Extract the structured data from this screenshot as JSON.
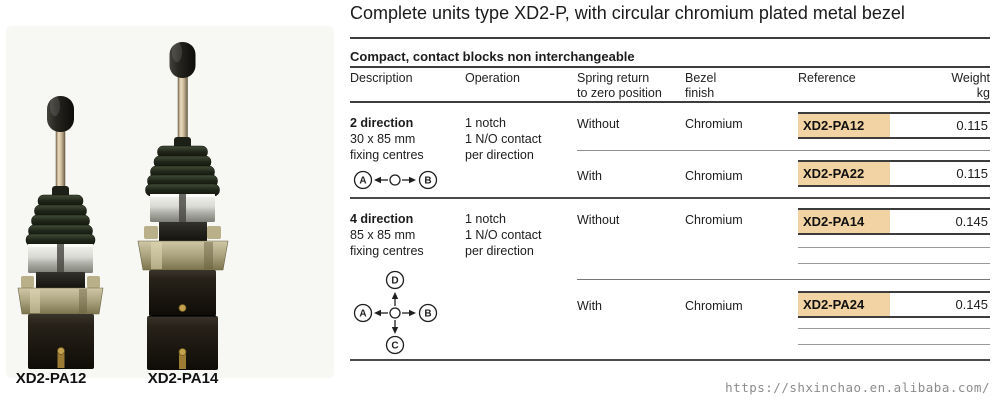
{
  "title": "Complete units type XD2-P, with circular chromium plated metal bezel",
  "photos": {
    "items": [
      {
        "label": "XD2-PA12"
      },
      {
        "label": "XD2-PA14"
      }
    ]
  },
  "table": {
    "subtitle": "Compact, contact blocks non interchangeable",
    "headers": {
      "description": "Description",
      "operation": "Operation",
      "spring_line1": "Spring return",
      "spring_line2": "to zero position",
      "bezel_line1": "Bezel",
      "bezel_line2": "finish",
      "reference": "Reference",
      "weight_line1": "Weight",
      "weight_line2": "kg"
    },
    "sections": [
      {
        "description_title": "2 direction",
        "description_line2": "30 x 85 mm",
        "description_line3": "fixing centres",
        "operation_line1": "1 notch",
        "operation_line2": "1 N/O contact",
        "operation_line3": "per direction",
        "diagram": {
          "left": "A",
          "right": "B"
        },
        "rows": [
          {
            "spring": "Without",
            "bezel": "Chromium",
            "reference": "XD2-PA12",
            "weight": "0.115"
          },
          {
            "spring": "With",
            "bezel": "Chromium",
            "reference": "XD2-PA22",
            "weight": "0.115"
          }
        ]
      },
      {
        "description_title": "4 direction",
        "description_line2": "85 x 85 mm",
        "description_line3": "fixing centres",
        "operation_line1": "1 notch",
        "operation_line2": "1 N/O contact",
        "operation_line3": "per direction",
        "diagram": {
          "top": "D",
          "left": "A",
          "right": "B",
          "bottom": "C"
        },
        "rows": [
          {
            "spring": "Without",
            "bezel": "Chromium",
            "reference": "XD2-PA14",
            "weight": "0.145"
          },
          {
            "spring": "With",
            "bezel": "Chromium",
            "reference": "XD2-PA24",
            "weight": "0.145"
          }
        ]
      }
    ]
  },
  "watermark": "https://shxinchao.en.alibaba.com/",
  "colors": {
    "highlight": "#f2d4a4"
  }
}
